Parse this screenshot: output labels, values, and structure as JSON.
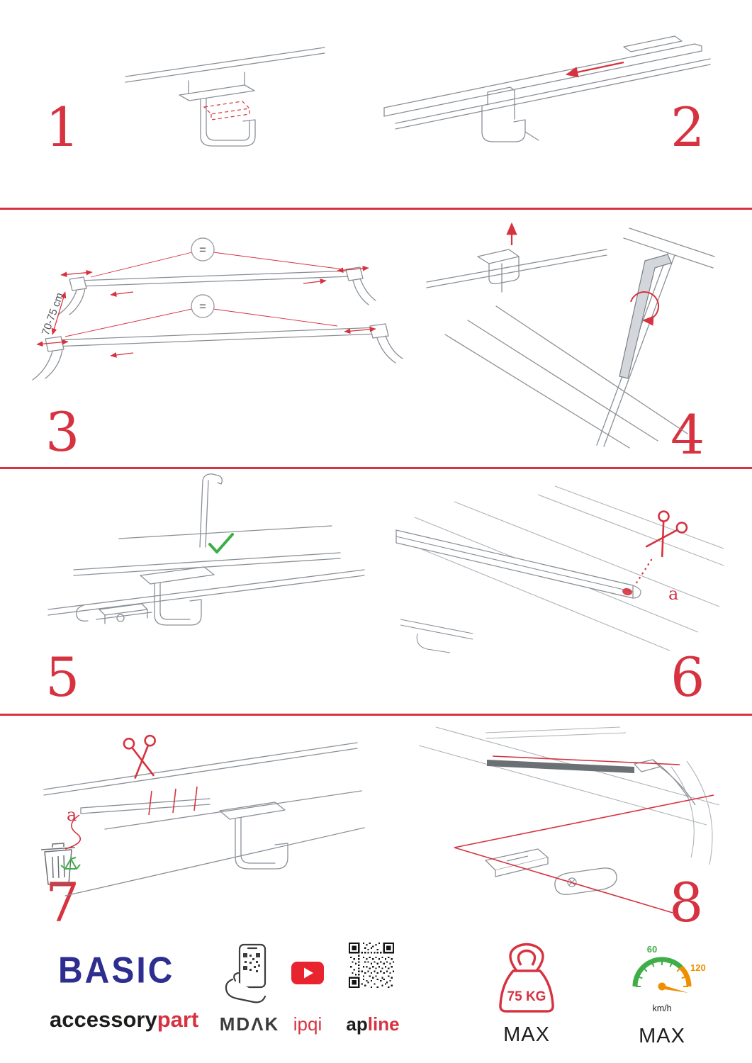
{
  "colors": {
    "accent_red": "#d6323f",
    "line_gray": "#8a9097",
    "brand_blue": "#2e2e90",
    "ink": "#1d1d1b",
    "green": "#3fae49",
    "orange": "#ef8f00"
  },
  "steps": [
    {
      "number": "1"
    },
    {
      "number": "2"
    },
    {
      "number": "3"
    },
    {
      "number": "4"
    },
    {
      "number": "5"
    },
    {
      "number": "6"
    },
    {
      "number": "7"
    },
    {
      "number": "8"
    }
  ],
  "step3": {
    "equals_top": "=",
    "equals_bottom": "=",
    "dimension_label": "70-75 cm"
  },
  "step6": {
    "part_label": "a"
  },
  "step7": {
    "part_label": "a"
  },
  "icons": {
    "step4": "allen-key",
    "step5": "green-checkmark",
    "step6": "scissors",
    "step7": [
      "scissors",
      "trash-bin",
      "recycle"
    ],
    "footer": [
      "phone-qr-scan",
      "youtube-play",
      "qr-code",
      "weight",
      "speedometer"
    ]
  },
  "footer": {
    "series_name": "BASIC",
    "brand_part1": "accessory",
    "brand_part2": "part",
    "app_name": "MDΛK",
    "youtube_name": "ipqi",
    "qr_name_part1": "ap",
    "qr_name_part2": "line",
    "weight_limit": "75 KG",
    "weight_max_label": "MAX",
    "speed_tick_start": "60",
    "speed_tick_end": "120",
    "speed_unit": "km/h",
    "speed_max_label": "MAX"
  }
}
